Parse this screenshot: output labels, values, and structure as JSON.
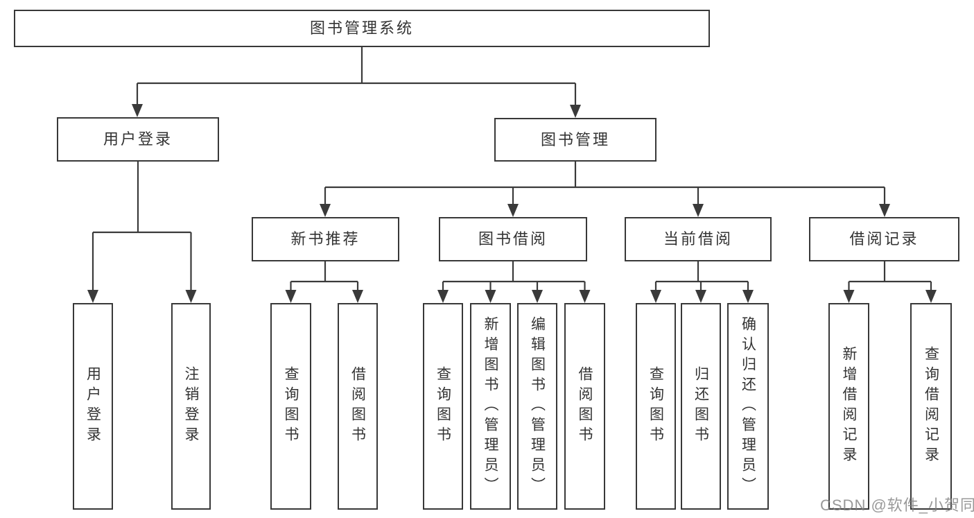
{
  "tree": {
    "root": {
      "label": "图书管理系统",
      "children": [
        {
          "label": "用户登录",
          "children": [
            {
              "label": "用户登录"
            },
            {
              "label": "注销登录"
            }
          ]
        },
        {
          "label": "图书管理",
          "children": [
            {
              "label": "新书推荐",
              "children": [
                {
                  "label": "查询图书"
                },
                {
                  "label": "借阅图书"
                }
              ]
            },
            {
              "label": "图书借阅",
              "children": [
                {
                  "label": "查询图书"
                },
                {
                  "label": "新增图书（管理员）"
                },
                {
                  "label": "编辑图书（管理员）"
                },
                {
                  "label": "借阅图书"
                }
              ]
            },
            {
              "label": "当前借阅",
              "children": [
                {
                  "label": "查询图书"
                },
                {
                  "label": "归还图书"
                },
                {
                  "label": "确认归还（管理员）"
                }
              ]
            },
            {
              "label": "借阅记录",
              "children": [
                {
                  "label": "新增借阅记录"
                },
                {
                  "label": "查询借阅记录"
                }
              ]
            }
          ]
        }
      ]
    }
  },
  "colors": {
    "line": "#3a3a3a",
    "box_border": "#383838",
    "text": "#333333",
    "watermark_gray": "#808080"
  },
  "watermark": {
    "text": "CSDN @软件_小贺同学"
  }
}
